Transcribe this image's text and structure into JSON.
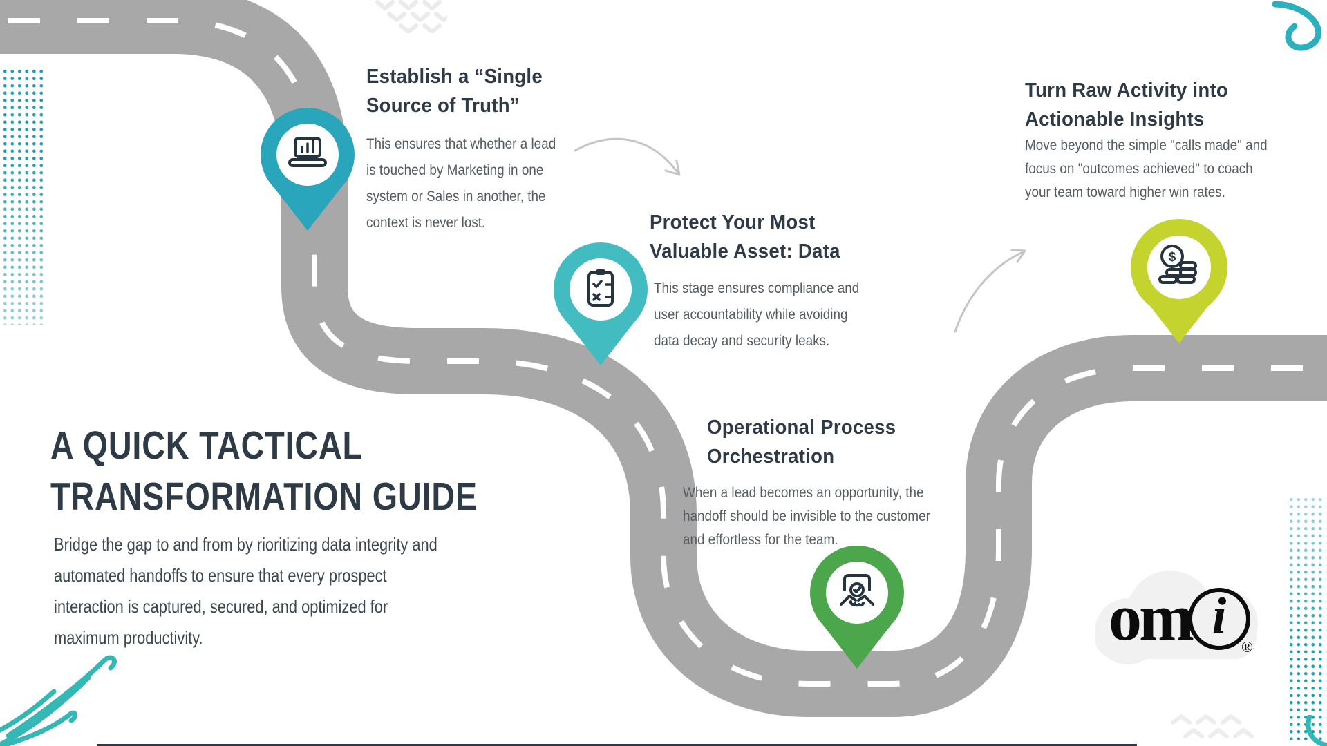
{
  "header": {
    "title_lines": [
      "A QUICK TACTICAL",
      "TRANSFORMATION GUIDE"
    ],
    "intro_lines": [
      "Bridge the gap to and from by rioritizing data integrity and",
      "automated handoffs to ensure that every prospect",
      "interaction is captured, secured, and optimized for",
      "maximum productivity."
    ]
  },
  "milestones": [
    {
      "title_lines": [
        "Establish a “Single",
        "Source of Truth”"
      ],
      "body_lines": [
        "This ensures that whether a lead",
        "is touched by Marketing in one",
        "system or Sales in another, the",
        "context is never lost."
      ],
      "pin_color": "#2aa6bc",
      "icon": "laptop-analytics-icon"
    },
    {
      "title_lines": [
        "Protect Your Most",
        "Valuable Asset: Data"
      ],
      "body_lines": [
        "This stage ensures compliance and",
        "user accountability while avoiding",
        "data decay and security leaks."
      ],
      "pin_color": "#42bcc1",
      "icon": "clipboard-checklist-icon"
    },
    {
      "title_lines": [
        "Operational Process",
        "Orchestration"
      ],
      "body_lines": [
        "When a lead becomes an opportunity, the",
        "handoff should be invisible to the customer",
        "and effortless for the team."
      ],
      "pin_color": "#4ba64c",
      "icon": "handshake-agreement-icon"
    },
    {
      "title_lines": [
        "Turn Raw Activity into",
        "Actionable Insights"
      ],
      "body_lines": [
        "Move beyond the simple \"calls made\" and",
        "focus on \"outcomes achieved\" to coach",
        "your team toward higher win rates."
      ],
      "pin_color": "#c5d32e",
      "icon": "money-coins-icon",
      "dollar_symbol": "$"
    }
  ],
  "logo": {
    "text_om": "om",
    "text_i": "i",
    "registered": "®"
  },
  "colors": {
    "road": "#a8a8a8",
    "road_dash": "#ffffff",
    "heading": "#2e3a46",
    "body_text": "#555c62",
    "accent_teal": "#2cb0bd",
    "dots_teal": "#1d9fb6",
    "chevron_gray": "#ebebeb",
    "arrow_gray": "#c5c5c5"
  }
}
